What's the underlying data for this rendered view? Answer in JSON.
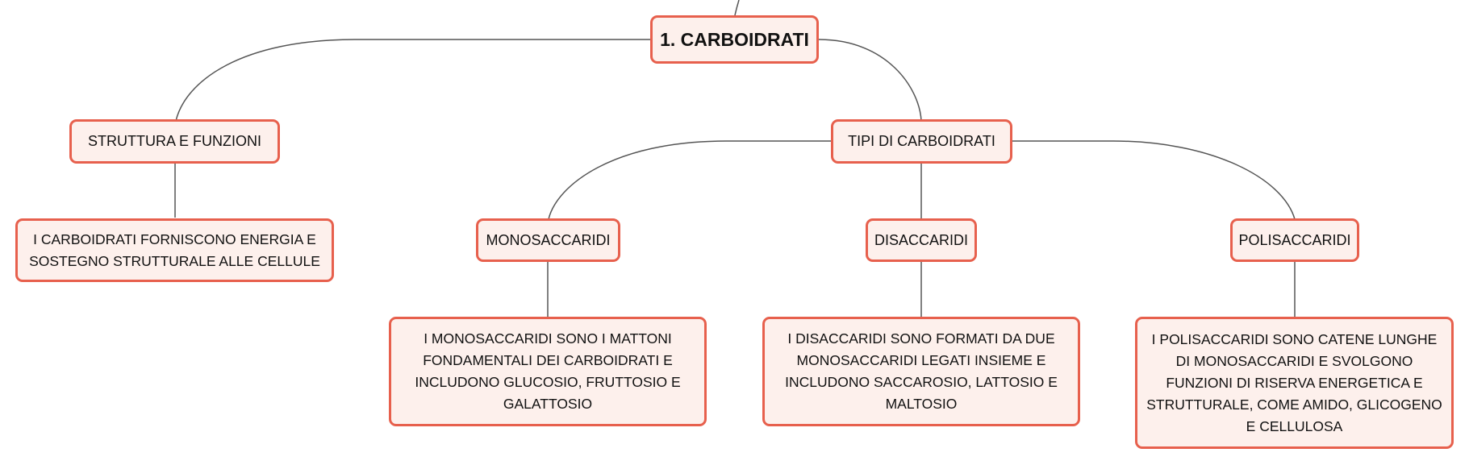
{
  "colors": {
    "node_fill": "#fdf0ec",
    "node_border": "#e7604d",
    "connector": "#555555",
    "text": "#111111"
  },
  "root": {
    "label": "1. CARBOIDRATI"
  },
  "struttura": {
    "label": "STRUTTURA E FUNZIONI",
    "detail": "I CARBOIDRATI FORNISCONO ENERGIA E SOSTEGNO STRUTTURALE ALLE CELLULE"
  },
  "tipi": {
    "label": "TIPI DI CARBOIDRATI",
    "monosaccaridi": {
      "label": "MONOSACCARIDI",
      "detail": "I MONOSACCARIDI SONO I MATTONI FONDAMENTALI DEI CARBOIDRATI E INCLUDONO GLUCOSIO, FRUTTOSIO E GALATTOSIO"
    },
    "disaccaridi": {
      "label": "DISACCARIDI",
      "detail": "I DISACCARIDI SONO FORMATI DA DUE MONOSACCARIDI LEGATI INSIEME E INCLUDONO SACCAROSIO, LATTOSIO E MALTOSIO"
    },
    "polisaccaridi": {
      "label": "POLISACCARIDI",
      "detail": "I POLISACCARIDI SONO CATENE LUNGHE DI MONOSACCARIDI E SVOLGONO FUNZIONI DI RISERVA ENERGETICA E STRUTTURALE, COME AMIDO, GLICOGENO E CELLULOSA"
    }
  }
}
